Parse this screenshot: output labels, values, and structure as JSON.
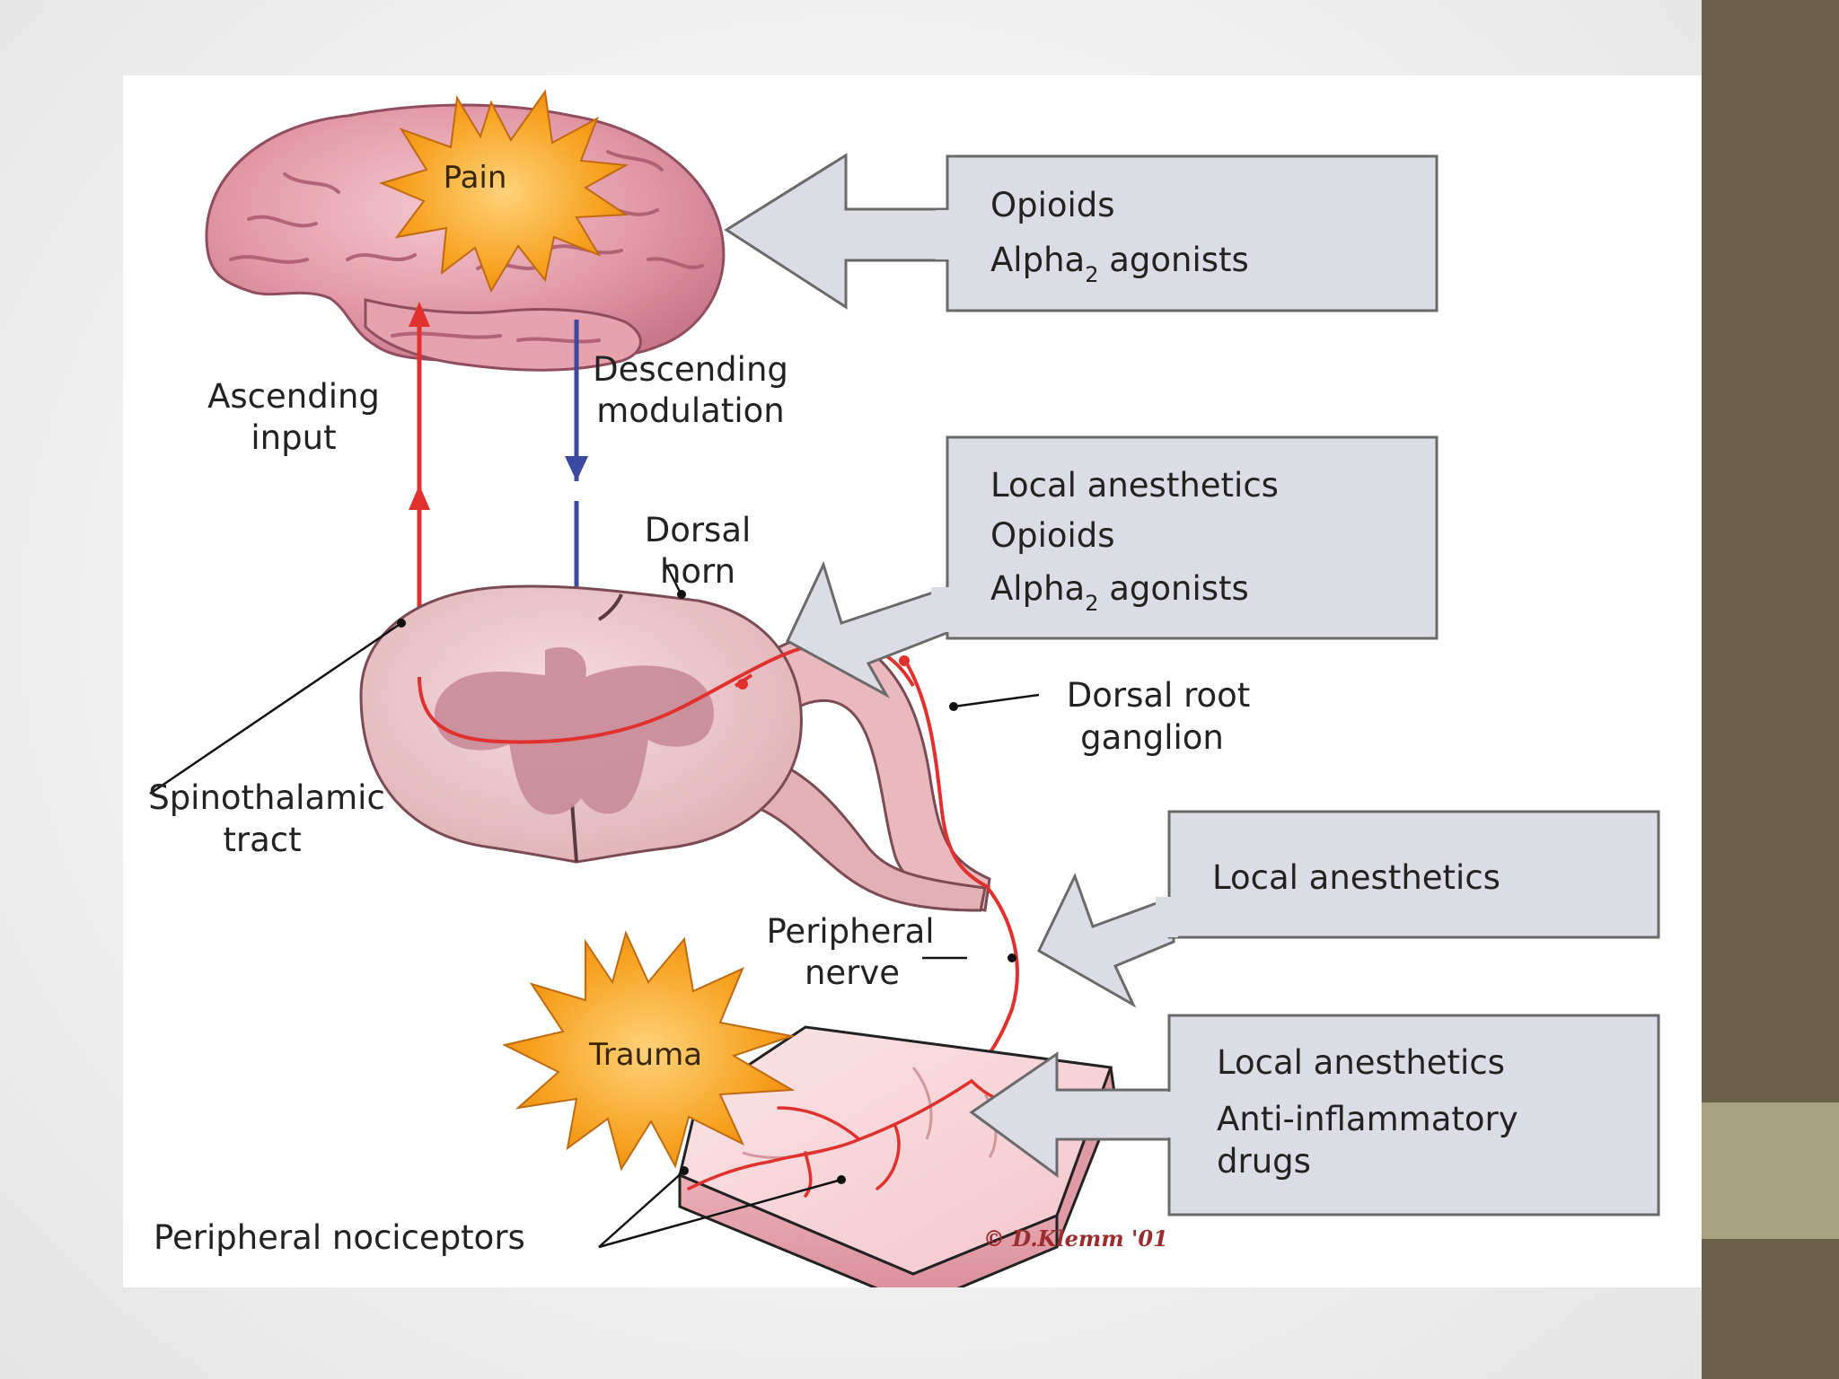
{
  "bursts": {
    "pain": "Pain",
    "trauma": "Trauma"
  },
  "labels": {
    "ascending": [
      "Ascending",
      "input"
    ],
    "descending": [
      "Descending",
      "modulation"
    ],
    "dorsal_horn": [
      "Dorsal",
      "horn"
    ],
    "dorsal_root_ganglion": [
      "Dorsal root",
      "ganglion"
    ],
    "spinothalamic": [
      "Spinothalamic",
      "tract"
    ],
    "peripheral_nerve": [
      "Peripheral",
      "nerve"
    ],
    "peripheral_nociceptors": "Peripheral nociceptors"
  },
  "drug_boxes": {
    "brain": {
      "line1": "Opioids",
      "line2_main": "Alpha",
      "line2_sub": "2",
      "line2_rest": " agonists"
    },
    "spinal": {
      "line1": "Local anesthetics",
      "line2": "Opioids",
      "line3_main": "Alpha",
      "line3_sub": "2",
      "line3_rest": " agonists"
    },
    "nerve": {
      "line1": "Local anesthetics"
    },
    "tissue": {
      "line1": "Local anesthetics",
      "line2": "Anti-inflammatory",
      "line3": "drugs"
    }
  },
  "credit": "© D.Klemm '01",
  "colors": {
    "ascending_pathway": "#e0312e",
    "descending_pathway": "#3b4aa0",
    "box_fill": "#dcdde4",
    "box_stroke": "#6a6a6a",
    "burst_fill": "#f6a31c",
    "tissue_fill": "#f6d2d6",
    "spinal_fill": "#ecc5c8",
    "grey_matter": "#c98d99",
    "brain_fill": "#e6a6b2",
    "side_bar": "#6b604a",
    "side_accent": "#a6a282"
  }
}
